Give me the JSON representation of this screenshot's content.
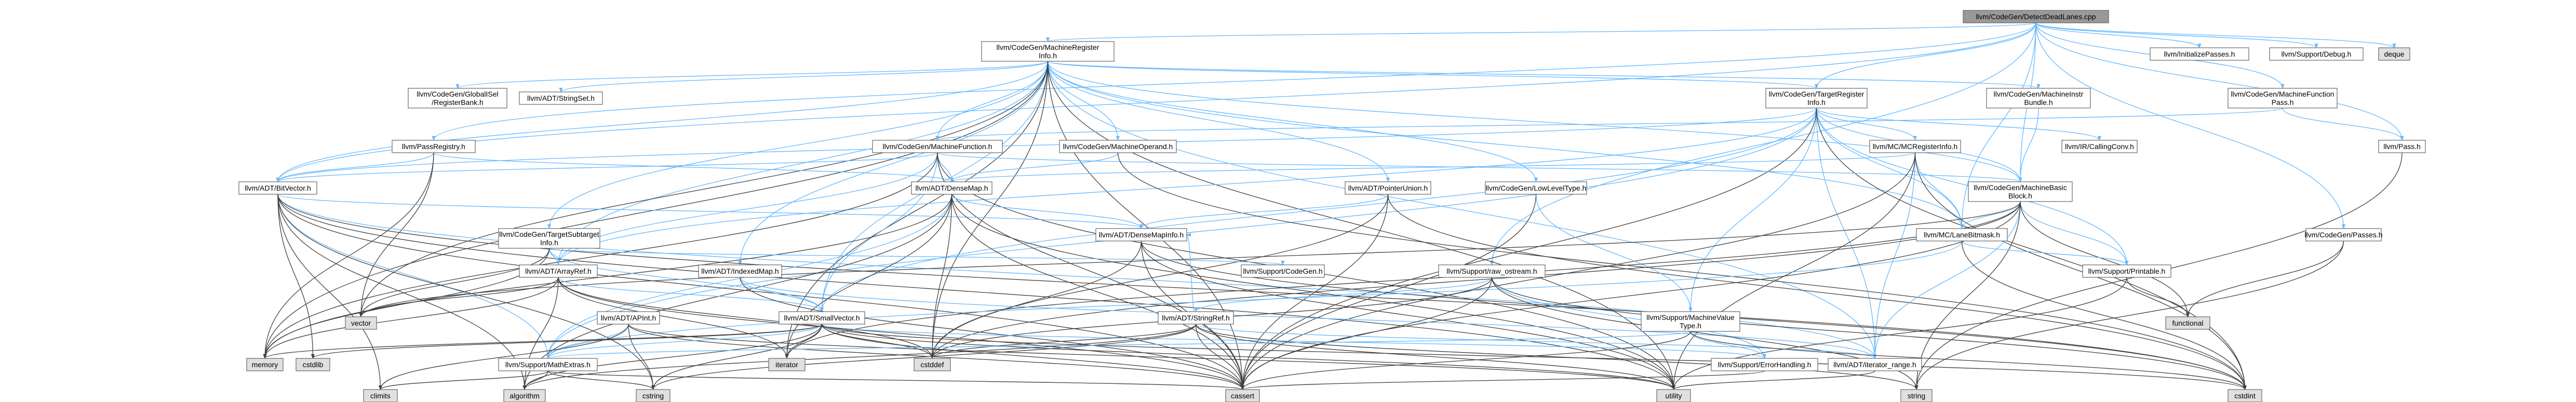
{
  "colors": {
    "root_fill": "#999999",
    "internal_fill": "#ffffff",
    "external_fill": "#e0e0e0",
    "internal_text": "#000000",
    "link_text": "#b22222",
    "edge_blue": "#63b8ff",
    "edge_grey": "#404040"
  },
  "nodes": [
    {
      "id": "root",
      "lines": [
        "llvm/CodeGen/DetectDeadLanes.cpp"
      ],
      "kind": "root"
    },
    {
      "id": "mri",
      "lines": [
        "llvm/CodeGen/MachineRegister",
        "Info.h"
      ],
      "kind": "internal"
    },
    {
      "id": "initp",
      "lines": [
        "llvm/InitializePasses.h"
      ],
      "kind": "internal"
    },
    {
      "id": "debug",
      "lines": [
        "llvm/Support/Debug.h"
      ],
      "kind": "internal"
    },
    {
      "id": "deque",
      "lines": [
        "deque"
      ],
      "kind": "external"
    },
    {
      "id": "gisel",
      "lines": [
        "llvm/CodeGen/GlobalISel",
        "/RegisterBank.h"
      ],
      "kind": "internal"
    },
    {
      "id": "strset",
      "lines": [
        "llvm/ADT/StringSet.h"
      ],
      "kind": "link"
    },
    {
      "id": "tri",
      "lines": [
        "llvm/CodeGen/TargetRegister",
        "Info.h"
      ],
      "kind": "internal"
    },
    {
      "id": "mibundle",
      "lines": [
        "llvm/CodeGen/MachineInstr",
        "Bundle.h"
      ],
      "kind": "internal"
    },
    {
      "id": "mfpass",
      "lines": [
        "llvm/CodeGen/MachineFunction",
        "Pass.h"
      ],
      "kind": "internal"
    },
    {
      "id": "preg",
      "lines": [
        "llvm/PassRegistry.h"
      ],
      "kind": "link"
    },
    {
      "id": "mf",
      "lines": [
        "llvm/CodeGen/MachineFunction.h"
      ],
      "kind": "link"
    },
    {
      "id": "mo",
      "lines": [
        "llvm/CodeGen/MachineOperand.h"
      ],
      "kind": "link"
    },
    {
      "id": "mcreg",
      "lines": [
        "llvm/MC/MCRegisterInfo.h"
      ],
      "kind": "link"
    },
    {
      "id": "callconv",
      "lines": [
        "llvm/IR/CallingConv.h"
      ],
      "kind": "internal"
    },
    {
      "id": "pass",
      "lines": [
        "llvm/Pass.h"
      ],
      "kind": "link"
    },
    {
      "id": "bitvec",
      "lines": [
        "llvm/ADT/BitVector.h"
      ],
      "kind": "internal"
    },
    {
      "id": "densemap",
      "lines": [
        "llvm/ADT/DenseMap.h"
      ],
      "kind": "link"
    },
    {
      "id": "ptrunion",
      "lines": [
        "llvm/ADT/PointerUnion.h"
      ],
      "kind": "link"
    },
    {
      "id": "lowlevel",
      "lines": [
        "llvm/CodeGen/LowLevelType.h"
      ],
      "kind": "link"
    },
    {
      "id": "mbb",
      "lines": [
        "llvm/CodeGen/MachineBasic",
        "Block.h"
      ],
      "kind": "link"
    },
    {
      "id": "tsi",
      "lines": [
        "llvm/CodeGen/TargetSubtarget",
        "Info.h"
      ],
      "kind": "link"
    },
    {
      "id": "dmi",
      "lines": [
        "llvm/ADT/DenseMapInfo.h"
      ],
      "kind": "link"
    },
    {
      "id": "lanebm",
      "lines": [
        "llvm/MC/LaneBitmask.h"
      ],
      "kind": "link"
    },
    {
      "id": "cgpasses",
      "lines": [
        "llvm/CodeGen/Passes.h"
      ],
      "kind": "internal"
    },
    {
      "id": "arrayref",
      "lines": [
        "llvm/ADT/ArrayRef.h"
      ],
      "kind": "link"
    },
    {
      "id": "indexedmap",
      "lines": [
        "llvm/ADT/IndexedMap.h"
      ],
      "kind": "link"
    },
    {
      "id": "codegen",
      "lines": [
        "llvm/Support/CodeGen.h"
      ],
      "kind": "internal"
    },
    {
      "id": "rawos",
      "lines": [
        "llvm/Support/raw_ostream.h"
      ],
      "kind": "link"
    },
    {
      "id": "printable",
      "lines": [
        "llvm/Support/Printable.h"
      ],
      "kind": "internal"
    },
    {
      "id": "apint",
      "lines": [
        "llvm/ADT/APInt.h"
      ],
      "kind": "link"
    },
    {
      "id": "smallvec",
      "lines": [
        "llvm/ADT/SmallVector.h"
      ],
      "kind": "link"
    },
    {
      "id": "stringref",
      "lines": [
        "llvm/ADT/StringRef.h"
      ],
      "kind": "link"
    },
    {
      "id": "mvt",
      "lines": [
        "llvm/Support/MachineValue",
        "Type.h"
      ],
      "kind": "link"
    },
    {
      "id": "vector",
      "lines": [
        "vector"
      ],
      "kind": "external"
    },
    {
      "id": "functional",
      "lines": [
        "functional"
      ],
      "kind": "external"
    },
    {
      "id": "memory",
      "lines": [
        "memory"
      ],
      "kind": "external"
    },
    {
      "id": "cstdlib",
      "lines": [
        "cstdlib"
      ],
      "kind": "external"
    },
    {
      "id": "mathext",
      "lines": [
        "llvm/Support/MathExtras.h"
      ],
      "kind": "link"
    },
    {
      "id": "iterator",
      "lines": [
        "iterator"
      ],
      "kind": "external"
    },
    {
      "id": "cstddef",
      "lines": [
        "cstddef"
      ],
      "kind": "external"
    },
    {
      "id": "errh",
      "lines": [
        "llvm/Support/ErrorHandling.h"
      ],
      "kind": "link"
    },
    {
      "id": "iterrange",
      "lines": [
        "llvm/ADT/iterator_range.h"
      ],
      "kind": "internal"
    },
    {
      "id": "climits",
      "lines": [
        "climits"
      ],
      "kind": "external"
    },
    {
      "id": "algorithm",
      "lines": [
        "algorithm"
      ],
      "kind": "external"
    },
    {
      "id": "cstring",
      "lines": [
        "cstring"
      ],
      "kind": "external"
    },
    {
      "id": "cassert",
      "lines": [
        "cassert"
      ],
      "kind": "external"
    },
    {
      "id": "utility",
      "lines": [
        "utility"
      ],
      "kind": "external"
    },
    {
      "id": "string",
      "lines": [
        "string"
      ],
      "kind": "external"
    },
    {
      "id": "cstdint",
      "lines": [
        "cstdint"
      ],
      "kind": "external"
    }
  ],
  "edges": [
    [
      "root",
      "mri",
      "blue"
    ],
    [
      "root",
      "initp",
      "blue"
    ],
    [
      "root",
      "debug",
      "blue"
    ],
    [
      "root",
      "deque",
      "blue"
    ],
    [
      "root",
      "tri",
      "blue"
    ],
    [
      "root",
      "mfpass",
      "blue"
    ],
    [
      "root",
      "pass",
      "blue"
    ],
    [
      "root",
      "bitvec",
      "blue"
    ],
    [
      "root",
      "cgpasses",
      "blue"
    ],
    [
      "root",
      "preg",
      "blue"
    ],
    [
      "root",
      "mbb",
      "blue"
    ],
    [
      "root",
      "lanebm",
      "blue"
    ],
    [
      "root",
      "rawos",
      "blue"
    ],
    [
      "mri",
      "gisel",
      "blue"
    ],
    [
      "mri",
      "strset",
      "blue"
    ],
    [
      "mri",
      "tri",
      "blue"
    ],
    [
      "mri",
      "mibundle",
      "blue"
    ],
    [
      "mri",
      "mf",
      "blue"
    ],
    [
      "mri",
      "mo",
      "blue"
    ],
    [
      "mri",
      "mbb",
      "blue"
    ],
    [
      "mri",
      "lowlevel",
      "blue"
    ],
    [
      "mri",
      "ptrunion",
      "blue"
    ],
    [
      "mri",
      "indexedmap",
      "blue"
    ],
    [
      "mri",
      "bitvec",
      "blue"
    ],
    [
      "mri",
      "arrayref",
      "blue"
    ],
    [
      "mri",
      "smallvec",
      "blue"
    ],
    [
      "mri",
      "tsi",
      "blue"
    ],
    [
      "mri",
      "lanebm",
      "blue"
    ],
    [
      "mri",
      "iterrange",
      "blue"
    ],
    [
      "mri",
      "memory",
      "grey"
    ],
    [
      "mri",
      "utility",
      "grey"
    ],
    [
      "mri",
      "cassert",
      "grey"
    ],
    [
      "mri",
      "iterator",
      "grey"
    ],
    [
      "mri",
      "cstddef",
      "grey"
    ],
    [
      "mri",
      "vector",
      "grey"
    ],
    [
      "tri",
      "mcreg",
      "blue"
    ],
    [
      "tri",
      "callconv",
      "blue"
    ],
    [
      "tri",
      "mbb",
      "blue"
    ],
    [
      "tri",
      "lanebm",
      "blue"
    ],
    [
      "tri",
      "mvt",
      "blue"
    ],
    [
      "tri",
      "printable",
      "blue"
    ],
    [
      "tri",
      "smallvec",
      "blue"
    ],
    [
      "tri",
      "iterrange",
      "blue"
    ],
    [
      "tri",
      "bitvec",
      "blue"
    ],
    [
      "tri",
      "arrayref",
      "blue"
    ],
    [
      "tri",
      "mathext",
      "blue"
    ],
    [
      "tri",
      "cassert",
      "grey"
    ],
    [
      "tri",
      "cstdint",
      "grey"
    ],
    [
      "mibundle",
      "mbb",
      "blue"
    ],
    [
      "mfpass",
      "pass",
      "blue"
    ],
    [
      "mfpass",
      "mf",
      "blue"
    ],
    [
      "preg",
      "densemap",
      "blue"
    ],
    [
      "preg",
      "bitvec",
      "blue"
    ],
    [
      "preg",
      "memory",
      "grey"
    ],
    [
      "preg",
      "vector",
      "grey"
    ],
    [
      "mf",
      "densemap",
      "blue"
    ],
    [
      "mf",
      "bitvec",
      "blue"
    ],
    [
      "mf",
      "arrayref",
      "blue"
    ],
    [
      "mf",
      "smallvec",
      "blue"
    ],
    [
      "mf",
      "mbb",
      "blue"
    ],
    [
      "mf",
      "utility",
      "grey"
    ],
    [
      "mf",
      "cassert",
      "grey"
    ],
    [
      "mf",
      "memory",
      "grey"
    ],
    [
      "mo",
      "densemap",
      "blue"
    ],
    [
      "mo",
      "cstdint",
      "grey"
    ],
    [
      "mcreg",
      "densemap",
      "blue"
    ],
    [
      "mcreg",
      "lanebm",
      "blue"
    ],
    [
      "mcreg",
      "iterrange",
      "blue"
    ],
    [
      "mcreg",
      "cassert",
      "grey"
    ],
    [
      "mcreg",
      "cstdint",
      "grey"
    ],
    [
      "mcreg",
      "utility",
      "grey"
    ],
    [
      "pass",
      "string",
      "grey"
    ],
    [
      "bitvec",
      "dmi",
      "blue"
    ],
    [
      "bitvec",
      "iterrange",
      "blue"
    ],
    [
      "bitvec",
      "mathext",
      "blue"
    ],
    [
      "bitvec",
      "algorithm",
      "grey"
    ],
    [
      "bitvec",
      "cassert",
      "grey"
    ],
    [
      "bitvec",
      "climits",
      "grey"
    ],
    [
      "bitvec",
      "cstdint",
      "grey"
    ],
    [
      "bitvec",
      "cstdlib",
      "grey"
    ],
    [
      "bitvec",
      "cstring",
      "grey"
    ],
    [
      "bitvec",
      "utility",
      "grey"
    ],
    [
      "densemap",
      "dmi",
      "blue"
    ],
    [
      "densemap",
      "mathext",
      "blue"
    ],
    [
      "densemap",
      "algorithm",
      "grey"
    ],
    [
      "densemap",
      "cassert",
      "grey"
    ],
    [
      "densemap",
      "cstddef",
      "grey"
    ],
    [
      "densemap",
      "iterator",
      "grey"
    ],
    [
      "densemap",
      "utility",
      "grey"
    ],
    [
      "densemap",
      "memory",
      "grey"
    ],
    [
      "ptrunion",
      "dmi",
      "blue"
    ],
    [
      "ptrunion",
      "cassert",
      "grey"
    ],
    [
      "ptrunion",
      "cstddef",
      "grey"
    ],
    [
      "ptrunion",
      "cstdint",
      "grey"
    ],
    [
      "lowlevel",
      "mvt",
      "blue"
    ],
    [
      "lowlevel",
      "cassert",
      "grey"
    ],
    [
      "mbb",
      "lanebm",
      "blue"
    ],
    [
      "mbb",
      "iterrange",
      "blue"
    ],
    [
      "mbb",
      "printable",
      "blue"
    ],
    [
      "mbb",
      "cassert",
      "grey"
    ],
    [
      "mbb",
      "cstddef",
      "grey"
    ],
    [
      "mbb",
      "functional",
      "grey"
    ],
    [
      "mbb",
      "iterator",
      "grey"
    ],
    [
      "mbb",
      "string",
      "grey"
    ],
    [
      "mbb",
      "vector",
      "grey"
    ],
    [
      "tsi",
      "arrayref",
      "blue"
    ],
    [
      "tsi",
      "smallvec",
      "blue"
    ],
    [
      "tsi",
      "codegen",
      "blue"
    ],
    [
      "tsi",
      "memory",
      "grey"
    ],
    [
      "tsi",
      "vector",
      "grey"
    ],
    [
      "dmi",
      "cassert",
      "grey"
    ],
    [
      "dmi",
      "cstddef",
      "grey"
    ],
    [
      "dmi",
      "cstdint",
      "grey"
    ],
    [
      "dmi",
      "tuple",
      "grey"
    ],
    [
      "dmi",
      "utility",
      "grey"
    ],
    [
      "lanebm",
      "printable",
      "blue"
    ],
    [
      "lanebm",
      "mathext",
      "blue"
    ],
    [
      "lanebm",
      "cstdint",
      "grey"
    ],
    [
      "cgpasses",
      "functional",
      "grey"
    ],
    [
      "cgpasses",
      "string",
      "grey"
    ],
    [
      "arrayref",
      "smallvec",
      "blue"
    ],
    [
      "arrayref",
      "algorithm",
      "grey"
    ],
    [
      "arrayref",
      "cassert",
      "grey"
    ],
    [
      "arrayref",
      "cstddef",
      "grey"
    ],
    [
      "arrayref",
      "iterator",
      "grey"
    ],
    [
      "arrayref",
      "memory",
      "grey"
    ],
    [
      "arrayref",
      "vector",
      "grey"
    ],
    [
      "indexedmap",
      "smallvec",
      "blue"
    ],
    [
      "indexedmap",
      "iterrange",
      "blue"
    ],
    [
      "indexedmap",
      "cassert",
      "grey"
    ],
    [
      "rawos",
      "stringref",
      "blue"
    ],
    [
      "rawos",
      "errh",
      "blue"
    ],
    [
      "rawos",
      "cassert",
      "grey"
    ],
    [
      "rawos",
      "cstddef",
      "grey"
    ],
    [
      "rawos",
      "cstdint",
      "grey"
    ],
    [
      "rawos",
      "string",
      "grey"
    ],
    [
      "printable",
      "functional",
      "grey"
    ],
    [
      "printable",
      "utility",
      "grey"
    ],
    [
      "apint",
      "mathext",
      "blue"
    ],
    [
      "apint",
      "cassert",
      "grey"
    ],
    [
      "apint",
      "climits",
      "grey"
    ],
    [
      "apint",
      "cstring",
      "grey"
    ],
    [
      "apint",
      "utility",
      "grey"
    ],
    [
      "smallvec",
      "mathext",
      "blue"
    ],
    [
      "smallvec",
      "errh",
      "blue"
    ],
    [
      "smallvec",
      "algorithm",
      "grey"
    ],
    [
      "smallvec",
      "cassert",
      "grey"
    ],
    [
      "smallvec",
      "cstddef",
      "grey"
    ],
    [
      "smallvec",
      "cstdlib",
      "grey"
    ],
    [
      "smallvec",
      "cstring",
      "grey"
    ],
    [
      "smallvec",
      "memory",
      "grey"
    ],
    [
      "smallvec",
      "utility",
      "grey"
    ],
    [
      "smallvec",
      "iterator",
      "grey"
    ],
    [
      "smallvec",
      "cstdint",
      "grey"
    ],
    [
      "stringref",
      "dmi",
      "blue"
    ],
    [
      "stringref",
      "iterrange",
      "blue"
    ],
    [
      "stringref",
      "algorithm",
      "grey"
    ],
    [
      "stringref",
      "cassert",
      "grey"
    ],
    [
      "stringref",
      "cstddef",
      "grey"
    ],
    [
      "stringref",
      "cstring",
      "grey"
    ],
    [
      "stringref",
      "string",
      "grey"
    ],
    [
      "stringref",
      "utility",
      "grey"
    ],
    [
      "mvt",
      "errh",
      "blue"
    ],
    [
      "mvt",
      "mathext",
      "blue"
    ],
    [
      "mvt",
      "cassert",
      "grey"
    ],
    [
      "mvt",
      "cstdint",
      "grey"
    ],
    [
      "mathext",
      "climits",
      "grey"
    ],
    [
      "mathext",
      "cstring",
      "grey"
    ],
    [
      "mathext",
      "cassert",
      "grey"
    ],
    [
      "mathext",
      "algorithm",
      "grey"
    ],
    [
      "errh",
      "cassert",
      "grey"
    ],
    [
      "iterrange",
      "utility",
      "grey"
    ]
  ]
}
